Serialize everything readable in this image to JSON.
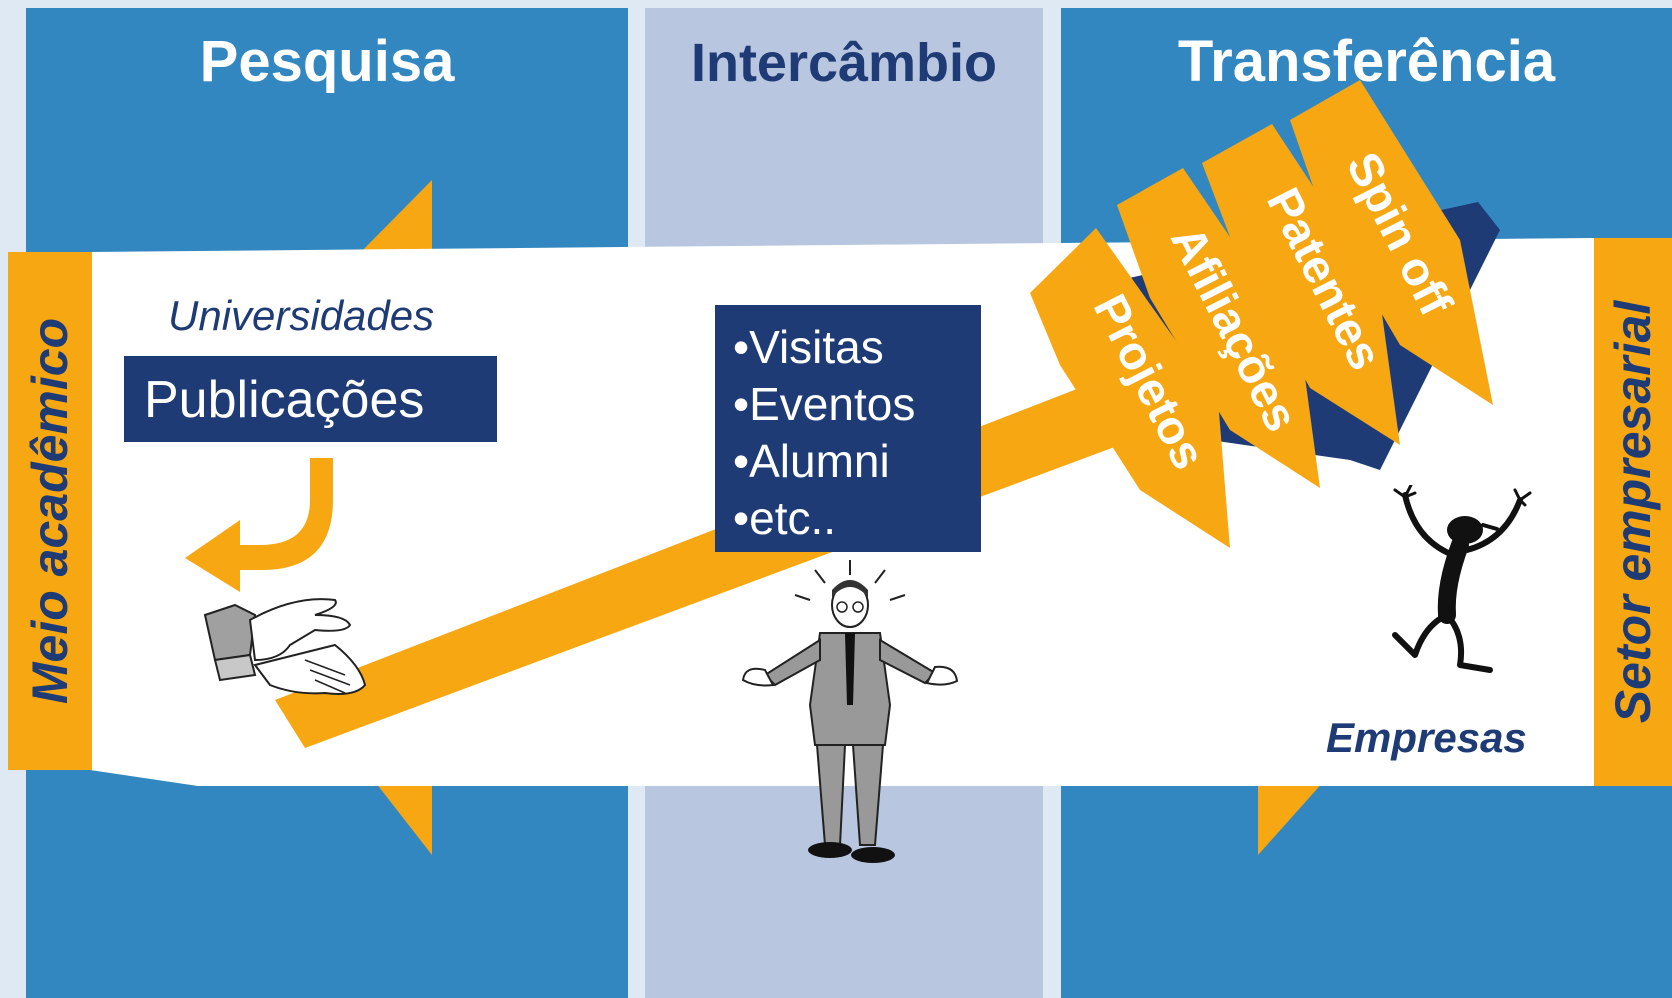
{
  "columns": {
    "research": "Pesquisa",
    "exchange": "Intercâmbio",
    "transfer": "Transferência"
  },
  "side_labels": {
    "academic": "Meio acadêmico",
    "business": "Setor empresarial"
  },
  "universities": "Universidades",
  "publications": "Publicações",
  "exchange_items": [
    "•Visitas",
    "•Eventos",
    "•Alumni",
    "•etc.."
  ],
  "transfer_arrows": [
    "Projetos",
    "Afiliações",
    "Patentes",
    "Spin off"
  ],
  "companies": "Empresas",
  "colors": {
    "blue_column": "#3287c0",
    "light_column": "#b9c6df",
    "navy": "#1f3b75",
    "orange": "#f6a712",
    "white": "#ffffff"
  },
  "icons": [
    "hands-icon",
    "confused-man-icon",
    "running-figure-icon",
    "curved-arrow-icon"
  ]
}
